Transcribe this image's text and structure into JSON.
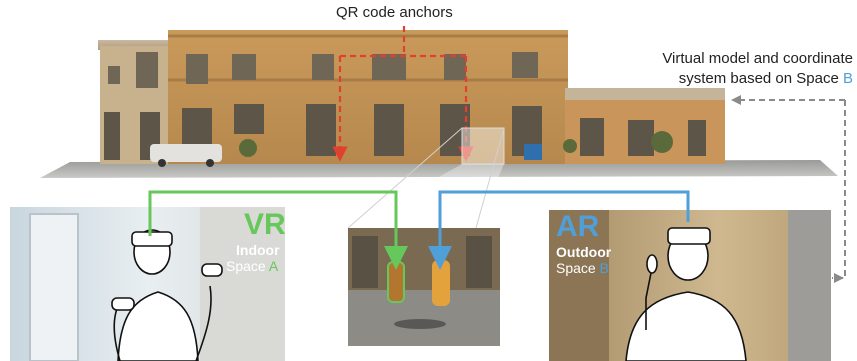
{
  "labels": {
    "qr_anchors": "QR code anchors",
    "virtual_model_line1": "Virtual model and coordinate",
    "virtual_model_line2_prefix": "system based on Space ",
    "virtual_model_line2_suffix": "B"
  },
  "vr_panel": {
    "title": "VR",
    "subtitle": "Indoor",
    "space_prefix": "Space ",
    "space_letter": "A"
  },
  "ar_panel": {
    "title": "AR",
    "subtitle": "Outdoor",
    "space_prefix": "Space ",
    "space_letter": "B"
  },
  "colors": {
    "vr_accent": "#66c75a",
    "ar_accent": "#4f9fd8",
    "qr_anchor": "#e2402f",
    "reference_arrow": "#8a8a8a"
  }
}
